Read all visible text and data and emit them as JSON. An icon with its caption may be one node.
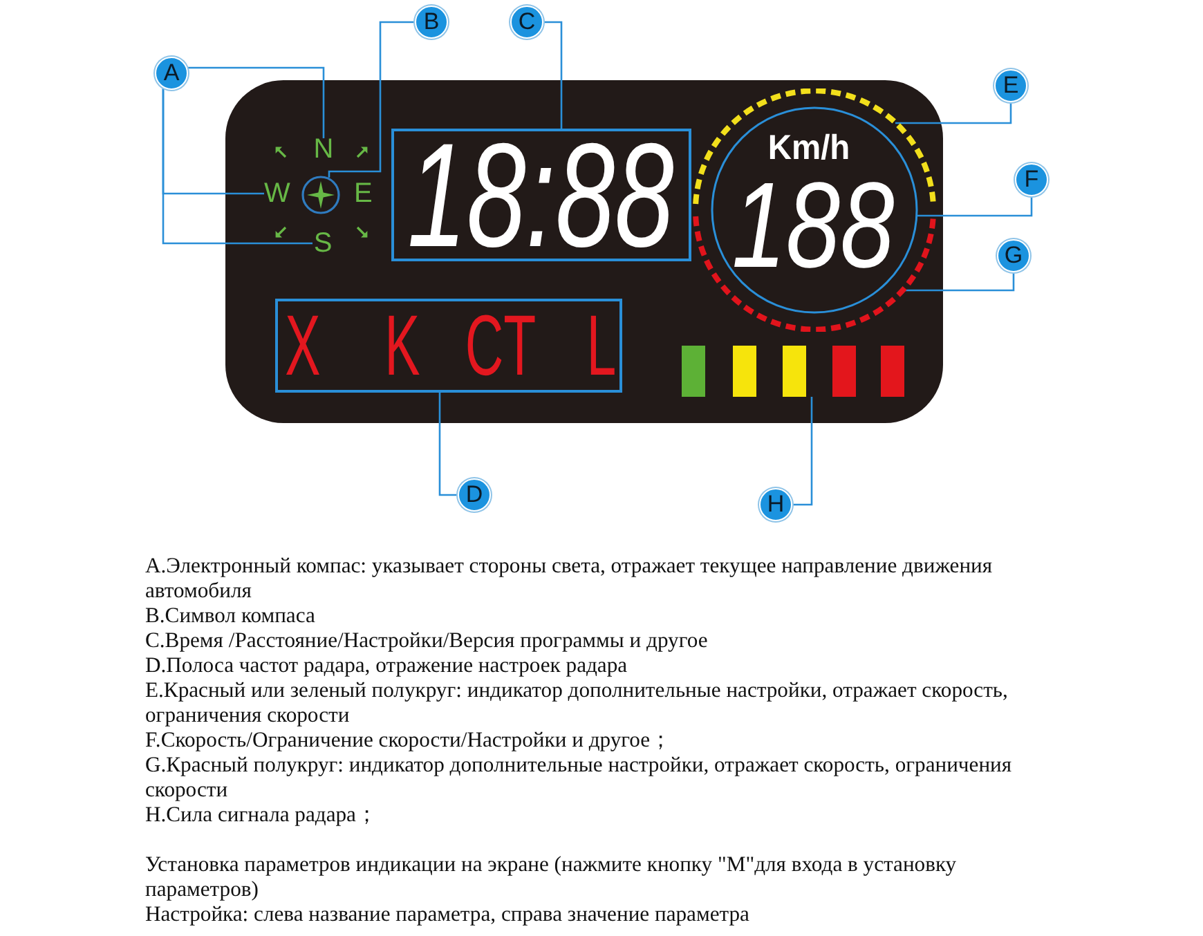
{
  "diagram": {
    "nodes": [
      {
        "text": [
          "A"
        ]
      },
      {
        "text": [
          "B"
        ]
      },
      {
        "text": [
          "C"
        ]
      },
      {
        "text": [],
        "shape": "box"
      },
      {
        "text": [
          "N"
        ],
        "in": 3
      },
      {
        "text": [
          "W"
        ],
        "in": 3
      },
      {
        "text": [
          "S"
        ],
        "in": 3
      },
      {
        "text": [],
        "shape": "circle",
        "in": 3
      },
      {
        "text": [
          "18:88"
        ],
        "in": 3
      },
      {
        "text": [
          "Km/h",
          "188"
        ],
        "in": 3
      },
      {
        "text": [
          "X",
          "K",
          "CT",
          "L"
        ],
        "in": 3
      },
      {
        "text": [],
        "shape": "bar",
        "in": 3
      },
      {
        "text": [
          "E"
        ]
      },
      {
        "text": [
          "F"
        ]
      },
      {
        "text": [
          "G"
        ]
      },
      {
        "text": [
          "D"
        ]
      },
      {
        "text": [
          "H"
        ]
      }
    ],
    "edges": [
      {
        "from": 0,
        "to": 4,
        "arrow": "none"
      },
      {
        "from": 0,
        "to": 5,
        "arrow": "none"
      },
      {
        "from": 0,
        "to": 6,
        "arrow": "none"
      },
      {
        "from": 1,
        "to": 7,
        "arrow": "none"
      },
      {
        "from": 2,
        "to": 8,
        "arrow": "none"
      },
      {
        "from": 12,
        "to": 9,
        "arrow": "none"
      },
      {
        "from": 13,
        "to": 9,
        "arrow": "none"
      },
      {
        "from": 14,
        "to": 9,
        "arrow": "none"
      },
      {
        "from": 15,
        "to": 10,
        "arrow": "none"
      },
      {
        "from": 16,
        "to": 11,
        "arrow": "none"
      }
    ],
    "labels": [
      "E",
      "A.Электронный компас: указывает стороны света, отражает текущее направление движения автомобиля",
      "B.Символ компаса",
      "C.Время /Расстояние/Настройки/Версия программы и другое",
      "D.Полоса частот радара, отражение настроек радара",
      "E.Красный или зеленый полукруг: индикатор дополнительные настройки, отражает скорость, ограничения скорости",
      "F.Скорость/Ограничение скорости/Настройки и другое；",
      "G.Красный полукруг: индикатор дополнительные настройки, отражает скорость, ограничения скорости",
      "H.Сила сигнала радара；",
      "Установка параметров индикации на экране (нажмите кнопку \"М\"для входа в установку параметров)",
      "Настройка: слева название параметра, справа значение параметра"
    ]
  }
}
